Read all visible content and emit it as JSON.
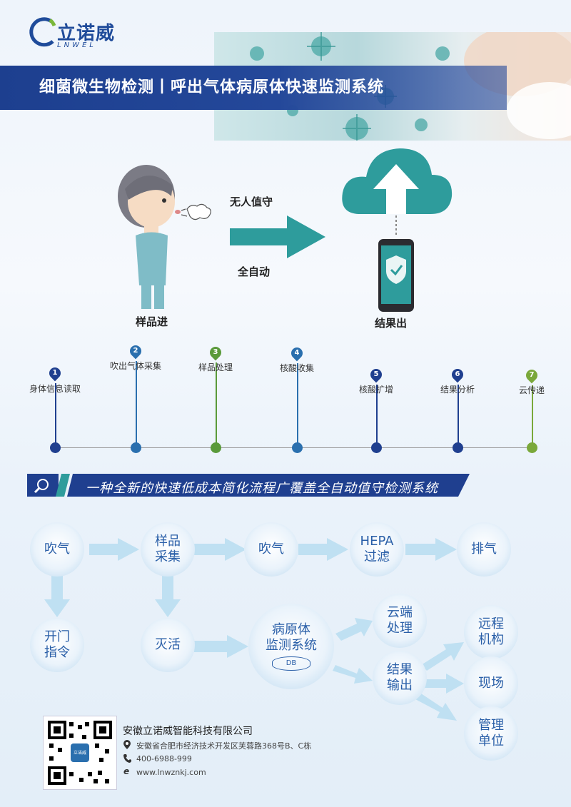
{
  "brand": {
    "name": "立诺威",
    "sub": "LNWEL"
  },
  "header": {
    "title": "细菌微生物检测丨呼出气体病原体快速监测系统"
  },
  "process": {
    "left_label": "样品进",
    "right_label": "结果出",
    "arrow_top": "无人值守",
    "arrow_bottom": "全自动"
  },
  "timeline": {
    "steps": [
      {
        "num": "1",
        "label": "身体信息读取",
        "color": "#1f3f8f"
      },
      {
        "num": "2",
        "label": "吹出气体采集",
        "color": "#2a6fae"
      },
      {
        "num": "3",
        "label": "样品处理",
        "color": "#5a9a3a"
      },
      {
        "num": "4",
        "label": "核酸收集",
        "color": "#2a6fae"
      },
      {
        "num": "5",
        "label": "核酸扩增",
        "color": "#1f3f8f"
      },
      {
        "num": "6",
        "label": "结果分析",
        "color": "#1f3f8f"
      },
      {
        "num": "7",
        "label": "云传递",
        "color": "#7aa83a"
      }
    ]
  },
  "tagline": "一种全新的快速低成本简化流程广覆盖全自动值守检测系统",
  "flow": {
    "blow1": "吹气",
    "sample1": "样品",
    "sample2": "采集",
    "blow2": "吹气",
    "hepa1": "HEPA",
    "hepa2": "过滤",
    "exhaust": "排气",
    "open1": "开门",
    "open2": "指令",
    "inactivate": "灭活",
    "monitor1": "病原体",
    "monitor2": "监测系统",
    "db": "DB",
    "cloud1": "云端",
    "cloud2": "处理",
    "result1": "结果",
    "result2": "输出",
    "remote1": "远程",
    "remote2": "机构",
    "site": "现场",
    "mgmt1": "管理",
    "mgmt2": "单位"
  },
  "footer": {
    "company": "安徽立诺威智能科技有限公司",
    "address": "安徽省合肥市经济技术开发区芙蓉路368号B、C栋",
    "phone": "400-6988-999",
    "web": "www.lnwznkj.com",
    "qr_badge": "立诺威"
  },
  "colors": {
    "primary": "#1f3f8f",
    "teal": "#2e9c9c",
    "green": "#7aa83a",
    "bubble_text": "#2a5fa8"
  }
}
